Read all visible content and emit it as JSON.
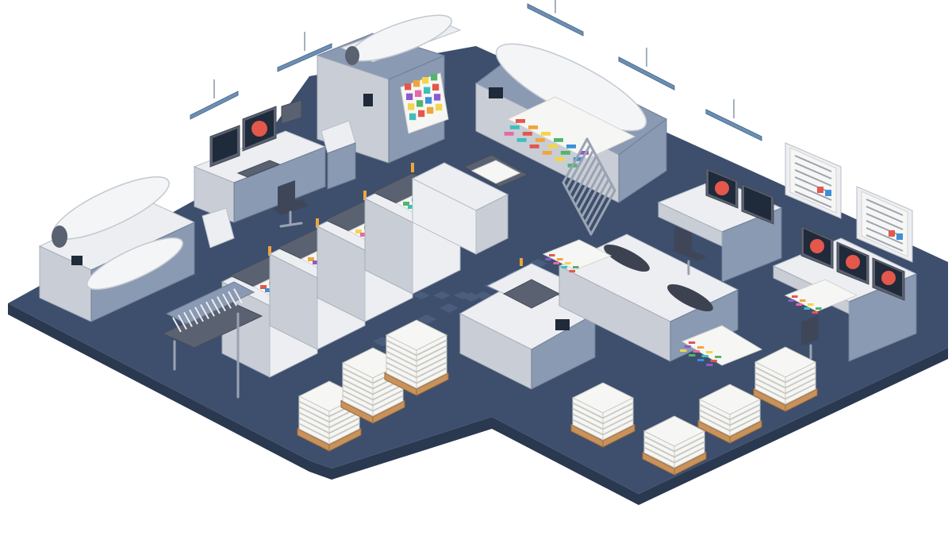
{
  "colors": {
    "background": "#ffffff",
    "floor": "#3d4f6d",
    "floor_edge": "#2a3850",
    "machine_light": "#eceef2",
    "machine_mid": "#c9ced6",
    "machine_dark": "#5a6170",
    "steel_blue": "#8a9ab3",
    "paper": "#f6f6f4",
    "pallet": "#c8925a",
    "ceiling_light": "#6c8fb3",
    "screen_dark": "#1f2a3a"
  },
  "palette": [
    "#e4574b",
    "#f0a53a",
    "#f4d54a",
    "#52b56a",
    "#3f8fd6",
    "#8c5ad0",
    "#e46aa6",
    "#3fbfb9"
  ],
  "icons": [
    "large-format-roll-printer",
    "wide-format-printer",
    "offset-printing-press",
    "cutting-machine",
    "folding-machine",
    "workstation-monitor",
    "office-chair",
    "paper-stack",
    "pallet",
    "ladder",
    "pendant-light",
    "wall-chart"
  ]
}
